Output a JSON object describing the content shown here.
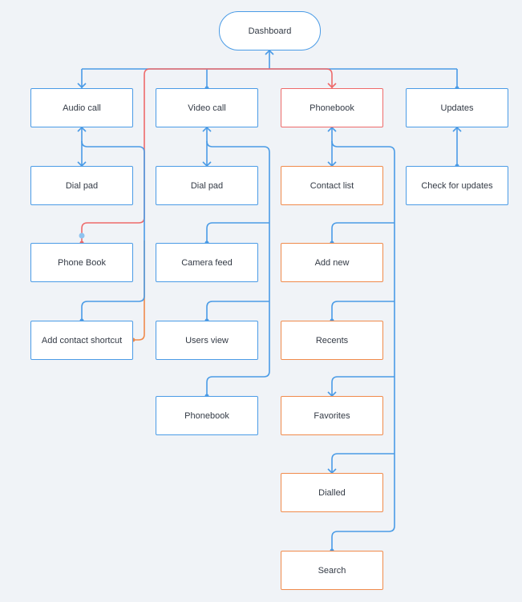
{
  "colors": {
    "background": "#f0f3f7",
    "blue": "#4a9be6",
    "red": "#ee6a6a",
    "orange": "#f08a4b"
  },
  "nodes": {
    "dashboard": "Dashboard",
    "audio_call": "Audio call",
    "video_call": "Video call",
    "phonebook": "Phonebook",
    "updates": "Updates",
    "audio_dial_pad": "Dial pad",
    "video_dial_pad": "Dial pad",
    "contact_list": "Contact list",
    "check_for_updates": "Check for updates",
    "phone_book": "Phone Book",
    "camera_feed": "Camera feed",
    "add_new": "Add new",
    "add_contact_shortcut": "Add contact shortcut",
    "users_view": "Users view",
    "recents": "Recents",
    "video_phonebook": "Phonebook",
    "favorites": "Favorites",
    "dialled": "Dialled",
    "search": "Search"
  }
}
